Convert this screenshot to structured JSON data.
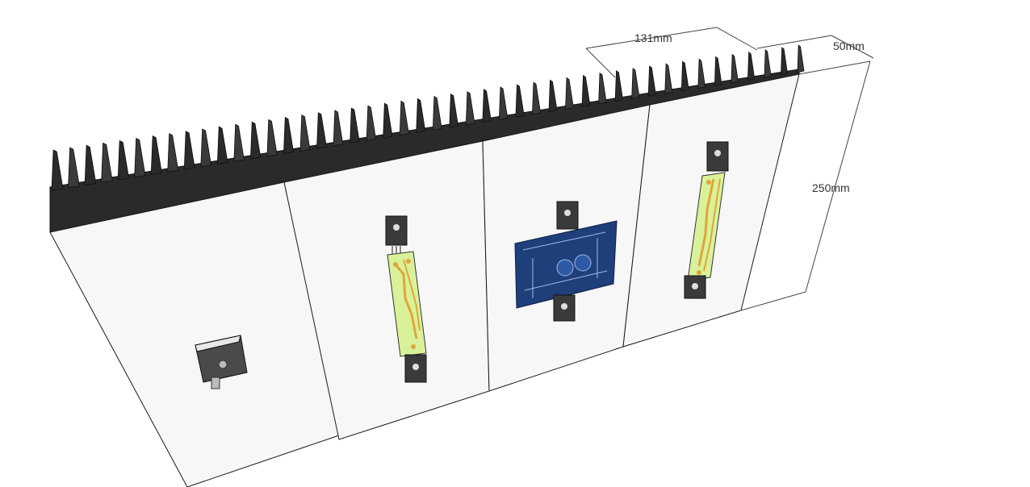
{
  "dimensions": {
    "width_label": "131mm",
    "depth_label": "50mm",
    "height_label": "250mm"
  },
  "colors": {
    "background": "#ffffff",
    "panel_face": "#f7f7f7",
    "fins": "#2a2a2a",
    "outline": "#1a1a1a",
    "pcb_green": "#d9f29a",
    "pcb_trace": "#e0a53a",
    "pcb_blue": "#1f3f7a",
    "transistor": "#3a3a3a"
  },
  "components": {
    "panels": 4,
    "bridge_rectifier": 1,
    "driver_boards": 2,
    "amplifier_board": 1
  }
}
